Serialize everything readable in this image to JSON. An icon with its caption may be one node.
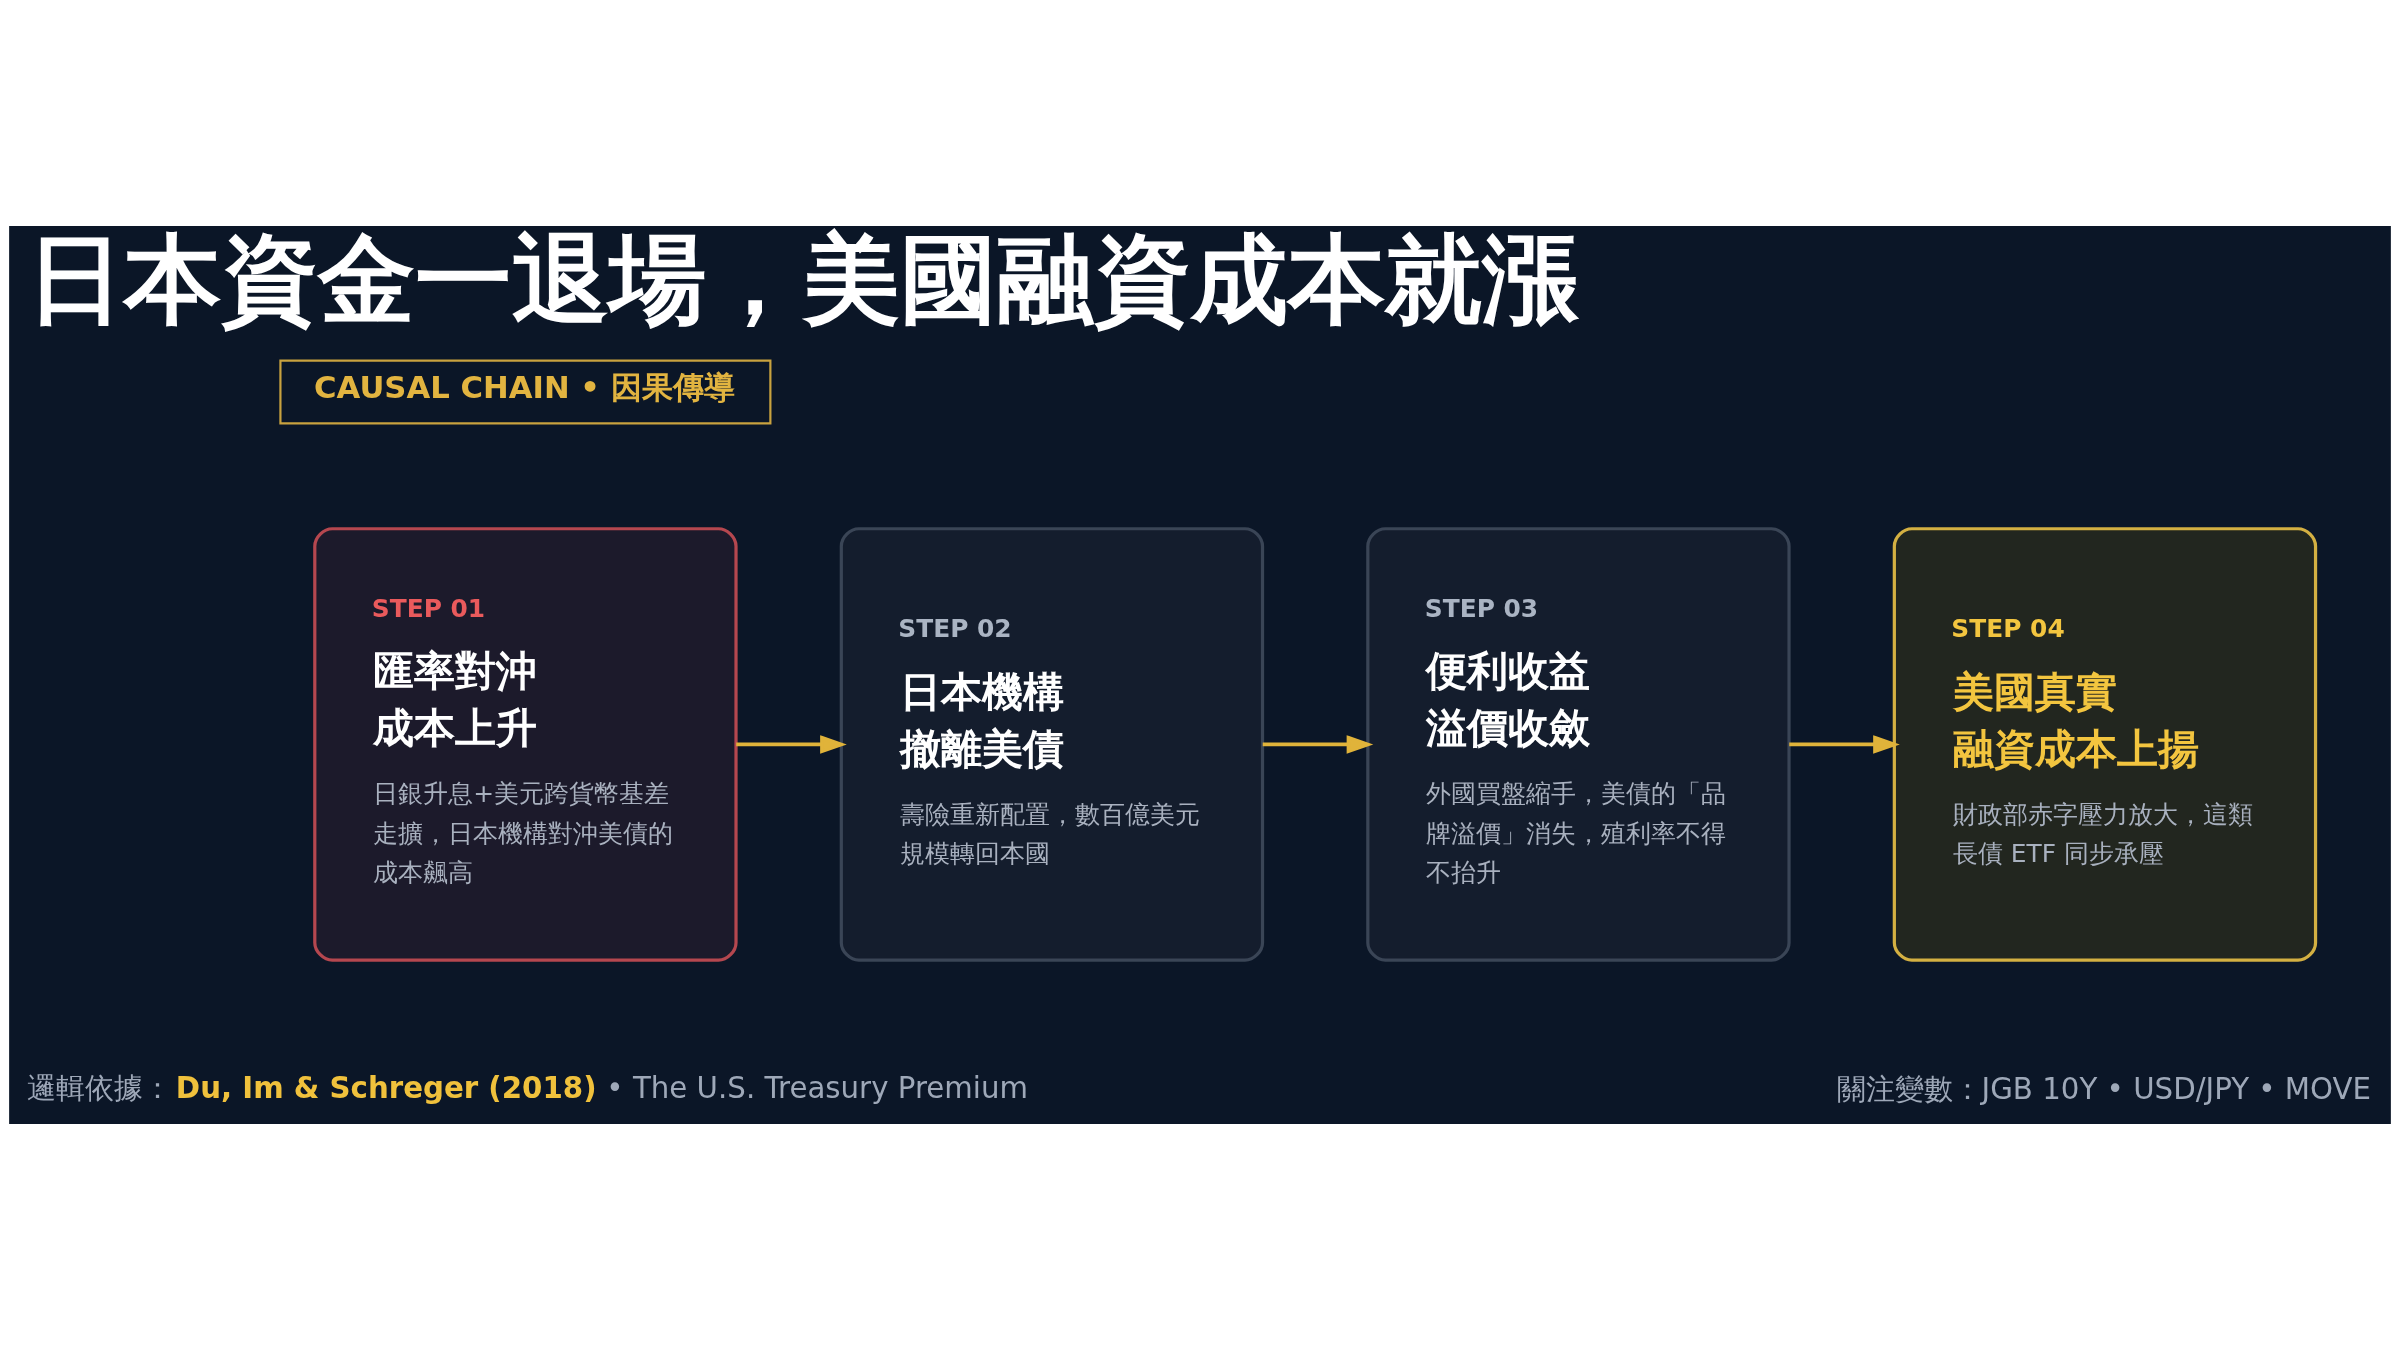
{
  "diagram": {
    "title": "日本資金一退場，美國融資成本就漲",
    "nodes": [
      {
        "text": [
          "CAUSAL CHAIN • 因果傳導"
        ]
      },
      {
        "text": [
          "STEP 01",
          "匯率對沖成本上升",
          "日銀升息+美元跨貨幣基差走擴，日本機構對沖美債的成本飆高"
        ]
      },
      {
        "text": [
          "STEP 02",
          "日本機構撤離美債",
          "壽險重新配置，數百億美元規模轉回本國"
        ]
      },
      {
        "text": [
          "STEP 03",
          "便利收益溢價收斂",
          "外國買盤縮手，美債的「品牌溢價」消失，殖利率不得不抬升"
        ]
      },
      {
        "text": [
          "STEP 04",
          "美國真實融資成本上揚",
          "財政部赤字壓力放大，這類長債 ETF 同步承壓"
        ]
      }
    ],
    "edges": [
      {
        "from": 1,
        "to": 2,
        "arrow": "to"
      },
      {
        "from": 2,
        "to": 3,
        "arrow": "to"
      },
      {
        "from": 3,
        "to": 4,
        "arrow": "to"
      }
    ],
    "labels": [
      "邏輯依據：**Du, Im & Schreger (2018)** • The U.S. Treasury Premium",
      "關注變數：JGB 10Y • USD/JPY • MOVE"
    ]
  }
}
